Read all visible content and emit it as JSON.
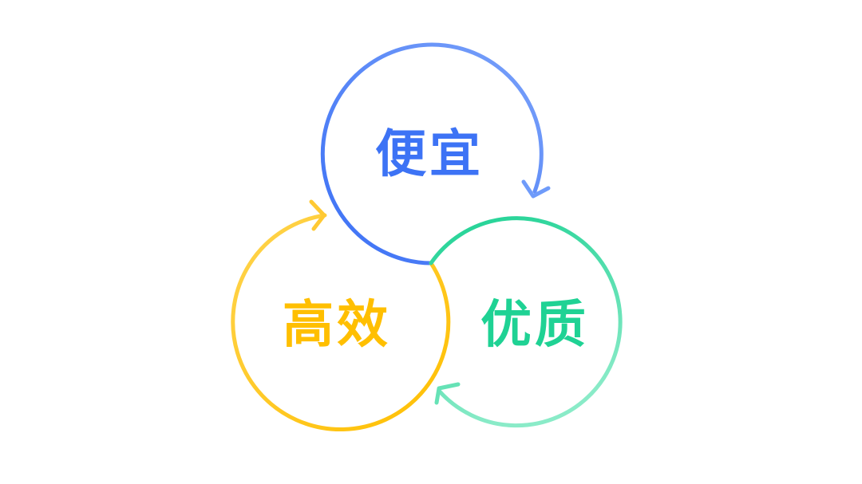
{
  "diagram": {
    "type": "cycle",
    "nodes": [
      {
        "id": "cheap",
        "label": "便宜",
        "color": "#3d73f5",
        "position": "top"
      },
      {
        "id": "quality",
        "label": "优质",
        "color": "#1fd294",
        "position": "bottom-right"
      },
      {
        "id": "efficient",
        "label": "高效",
        "color": "#ffbf00",
        "position": "bottom-left"
      }
    ],
    "edges": [
      {
        "from": "cheap",
        "to": "quality",
        "direction": "clockwise"
      },
      {
        "from": "quality",
        "to": "efficient",
        "direction": "clockwise"
      },
      {
        "from": "efficient",
        "to": "cheap",
        "direction": "clockwise"
      }
    ]
  }
}
